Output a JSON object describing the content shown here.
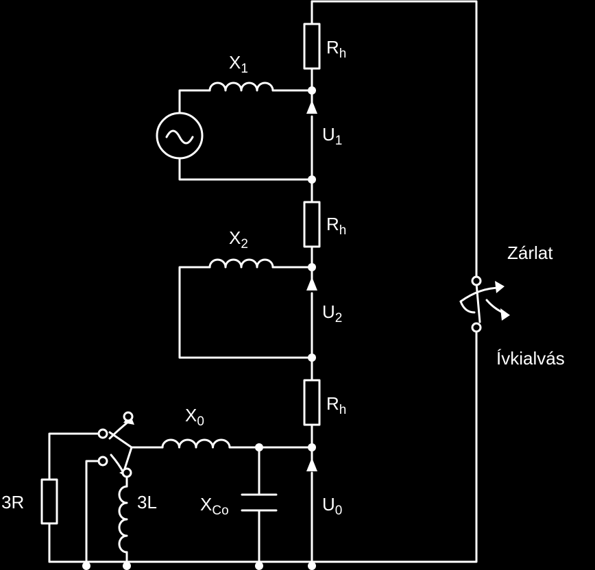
{
  "colors": {
    "background": "#000000",
    "line": "#ffffff"
  },
  "labels": {
    "r_top": {
      "main": "R",
      "sub": "h"
    },
    "r_mid": {
      "main": "R",
      "sub": "h"
    },
    "r_bot": {
      "main": "R",
      "sub": "h"
    },
    "x1": {
      "main": "X",
      "sub": "1"
    },
    "x2": {
      "main": "X",
      "sub": "2"
    },
    "x0": {
      "main": "X",
      "sub": "0"
    },
    "u1": {
      "main": "U",
      "sub": "1"
    },
    "u2": {
      "main": "U",
      "sub": "2"
    },
    "u0": {
      "main": "U",
      "sub": "0"
    },
    "xco": {
      "main": "X",
      "sub": "Co"
    },
    "r3": "3R",
    "l3": "3L",
    "fault": "Zárlat",
    "arc_extinction": "Ívkialvás"
  },
  "icons": [
    "ac-source-icon",
    "resistor-icon",
    "inductor-icon",
    "capacitor-icon",
    "switch-icon",
    "arrow-icon"
  ]
}
